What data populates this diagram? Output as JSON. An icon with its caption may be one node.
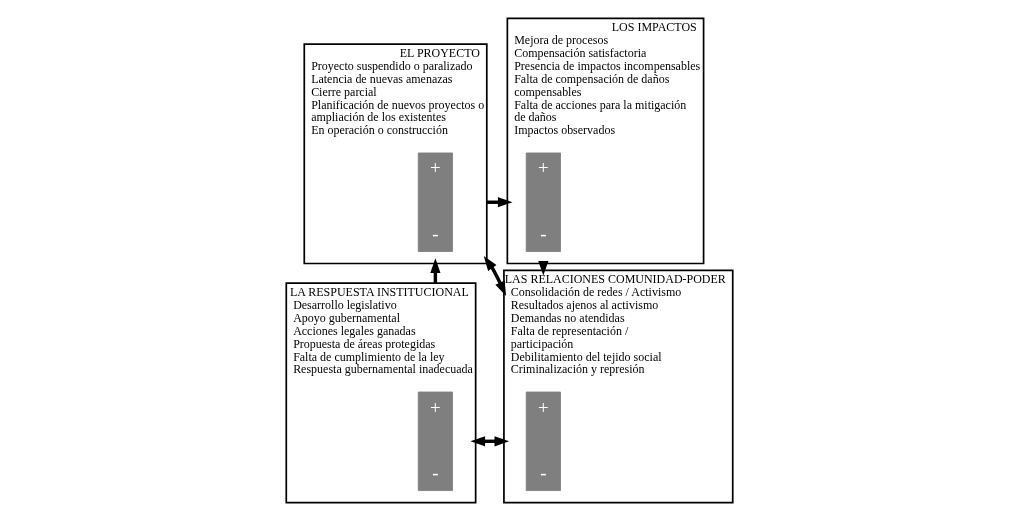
{
  "diagram": {
    "nodes": [
      {
        "text": [
          "EL PROYECTO",
          "Proyecto suspendido o paralizado",
          "Latencia de nuevas amenazas",
          "Cierre parcial",
          "Planificación de nuevos proyectos o ampliación de los existentes",
          "En operación o construcción"
        ]
      },
      {
        "text": [
          "+",
          "-"
        ],
        "in": 0
      },
      {
        "text": [
          "LOS IMPACTOS",
          "Mejora de procesos",
          "Compensación satisfactoria",
          "Presencia de impactos incompensables",
          "Falta de compensación de daños compensables",
          "Falta de acciones para la mitigación de daños",
          "Impactos observados"
        ]
      },
      {
        "text": [
          "+",
          "-"
        ],
        "in": 2
      },
      {
        "text": [
          "LA RESPUESTA INSTITUCIONAL",
          "Desarrollo legislativo",
          "Apoyo gubernamental",
          "Acciones legales ganadas",
          "Propuesta de áreas protegidas",
          "Falta de cumplimiento de la ley",
          "Respuesta gubernamental inadecuada"
        ]
      },
      {
        "text": [
          "+",
          "-"
        ],
        "in": 4
      },
      {
        "text": [
          "LAS RELACIONES COMUNIDAD-PODER",
          "Consolidación de redes / Activismo",
          "Resultados ajenos al activismo",
          "Demandas no atendidas",
          "Falta de representación / participación",
          "Debilitamiento del tejido social",
          "Criminalización y represión"
        ]
      },
      {
        "text": [
          "+",
          "-"
        ],
        "in": 6
      }
    ],
    "edges": [
      {
        "from": 0,
        "to": 2,
        "arrow": "to"
      },
      {
        "from": 2,
        "to": 6,
        "arrow": "to"
      },
      {
        "from": 4,
        "to": 0,
        "arrow": "to"
      },
      {
        "from": 0,
        "to": 6,
        "arrow": "both"
      },
      {
        "from": 4,
        "to": 6,
        "arrow": "both"
      }
    ]
  }
}
